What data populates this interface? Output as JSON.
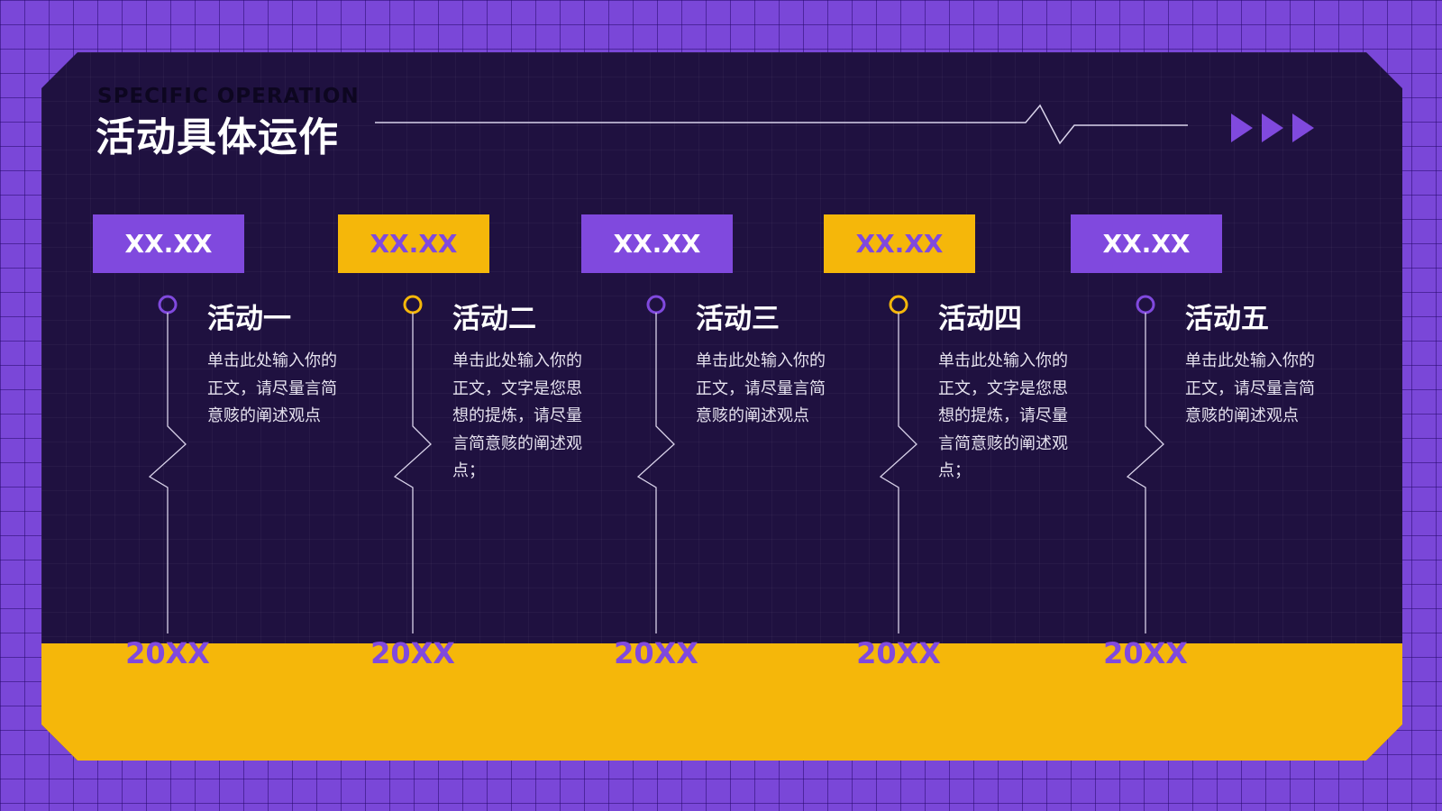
{
  "header": {
    "subtitle": "SPECIFIC OPERATION",
    "title": "活动具体运作"
  },
  "colors": {
    "page_bg": "#7a47d8",
    "panel_bg": "#1f1140",
    "accent_purple": "#8049de",
    "accent_yellow": "#f5b70a",
    "text_white": "#ffffff"
  },
  "activities": [
    {
      "date": "XX.XX",
      "tag_color": "purple",
      "title": "活动一",
      "desc": "单击此处输入你的正文，请尽量言简意赅的阐述观点",
      "year": "20XX"
    },
    {
      "date": "XX.XX",
      "tag_color": "yellow",
      "title": "活动二",
      "desc": "单击此处输入你的正文，文字是您思想的提炼，请尽量言简意赅的阐述观点；",
      "year": "20XX"
    },
    {
      "date": "XX.XX",
      "tag_color": "purple",
      "title": "活动三",
      "desc": "单击此处输入你的正文，请尽量言简意赅的阐述观点",
      "year": "20XX"
    },
    {
      "date": "XX.XX",
      "tag_color": "yellow",
      "title": "活动四",
      "desc": "单击此处输入你的正文，文字是您思想的提炼，请尽量言简意赅的阐述观点；",
      "year": "20XX"
    },
    {
      "date": "XX.XX",
      "tag_color": "purple",
      "title": "活动五",
      "desc": "单击此处输入你的正文，请尽量言简意赅的阐述观点",
      "year": "20XX"
    }
  ]
}
